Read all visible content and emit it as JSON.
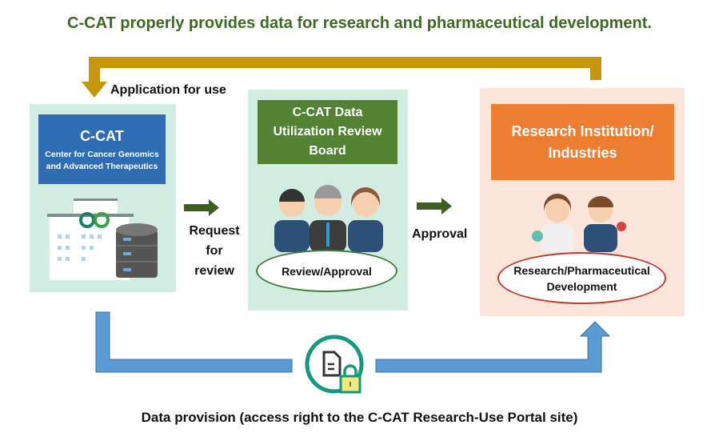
{
  "title": "C-CAT properly provides data for research and pharmaceutical development.",
  "application_label": "Application  for use",
  "ccat": {
    "name": "C-CAT",
    "subtitle_line1": "Center for Cancer Genomics",
    "subtitle_line2": "and Advanced Therapeutics"
  },
  "request_label": {
    "line1": "Request",
    "line2": "for",
    "line3": "review"
  },
  "board": {
    "line1": "C-CAT Data",
    "line2": "Utilization Review",
    "line3": "Board",
    "oval": "Review/Approval"
  },
  "approval_label": "Approval",
  "research": {
    "line1": "Research Institution/",
    "line2": "Industries",
    "oval_line1": "Research/Pharmaceutical",
    "oval_line2": "Development"
  },
  "bottom_label": "Data provision (access right to the C-CAT Research-Use Portal site)",
  "colors": {
    "title": "#3b6b21",
    "blue": "#2e6db4",
    "green": "#548235",
    "orange": "#ed7d31",
    "gold": "#c8960a",
    "flow": "#5b9bd5"
  }
}
